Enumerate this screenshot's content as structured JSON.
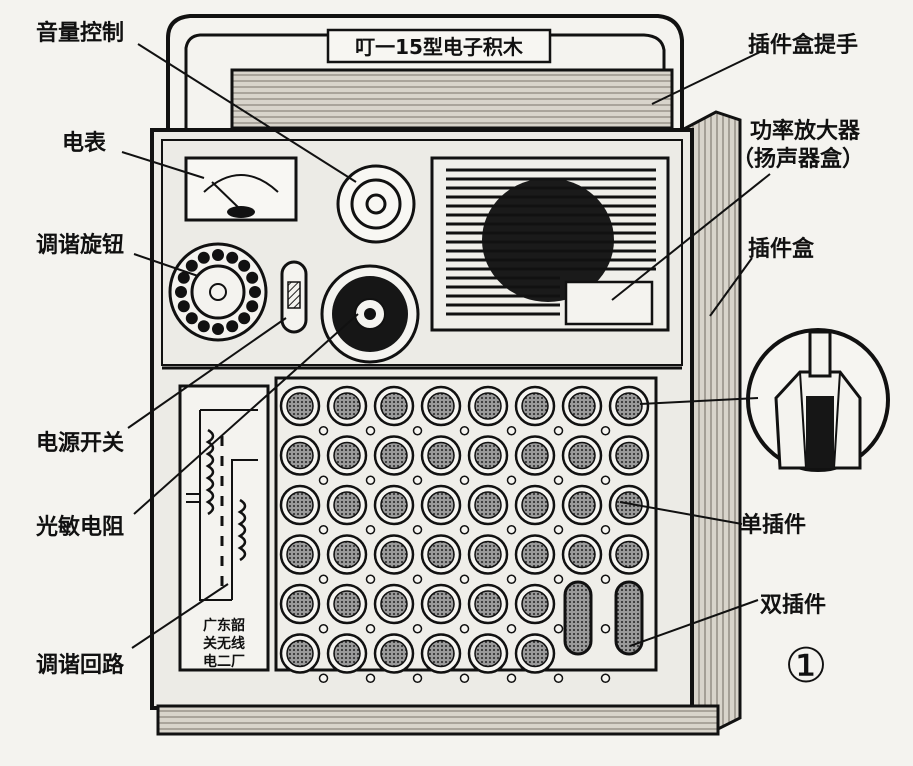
{
  "product_plate": "叮一15型电子积木",
  "labels": {
    "volume_control": "音量控制",
    "handle": "插件盒提手",
    "meter": "电表",
    "power_amp": "功率放大器",
    "power_amp_sub": "（扬声器盒）",
    "tuning_knob": "调谐旋钮",
    "plugin_box": "插件盒",
    "power_switch": "电源开关",
    "single_plugin": "单插件",
    "photoresistor": "光敏电阻",
    "double_plugin": "双插件",
    "tuning_circuit": "调谐回路"
  },
  "factory_mark": [
    "广东韶",
    "关无线",
    "电二厂"
  ],
  "figure_number": "①",
  "colors": {
    "ink": "#111111",
    "paper": "#f4f3ef",
    "panel": "#ecebe6",
    "wood": "#cfcbc2"
  }
}
